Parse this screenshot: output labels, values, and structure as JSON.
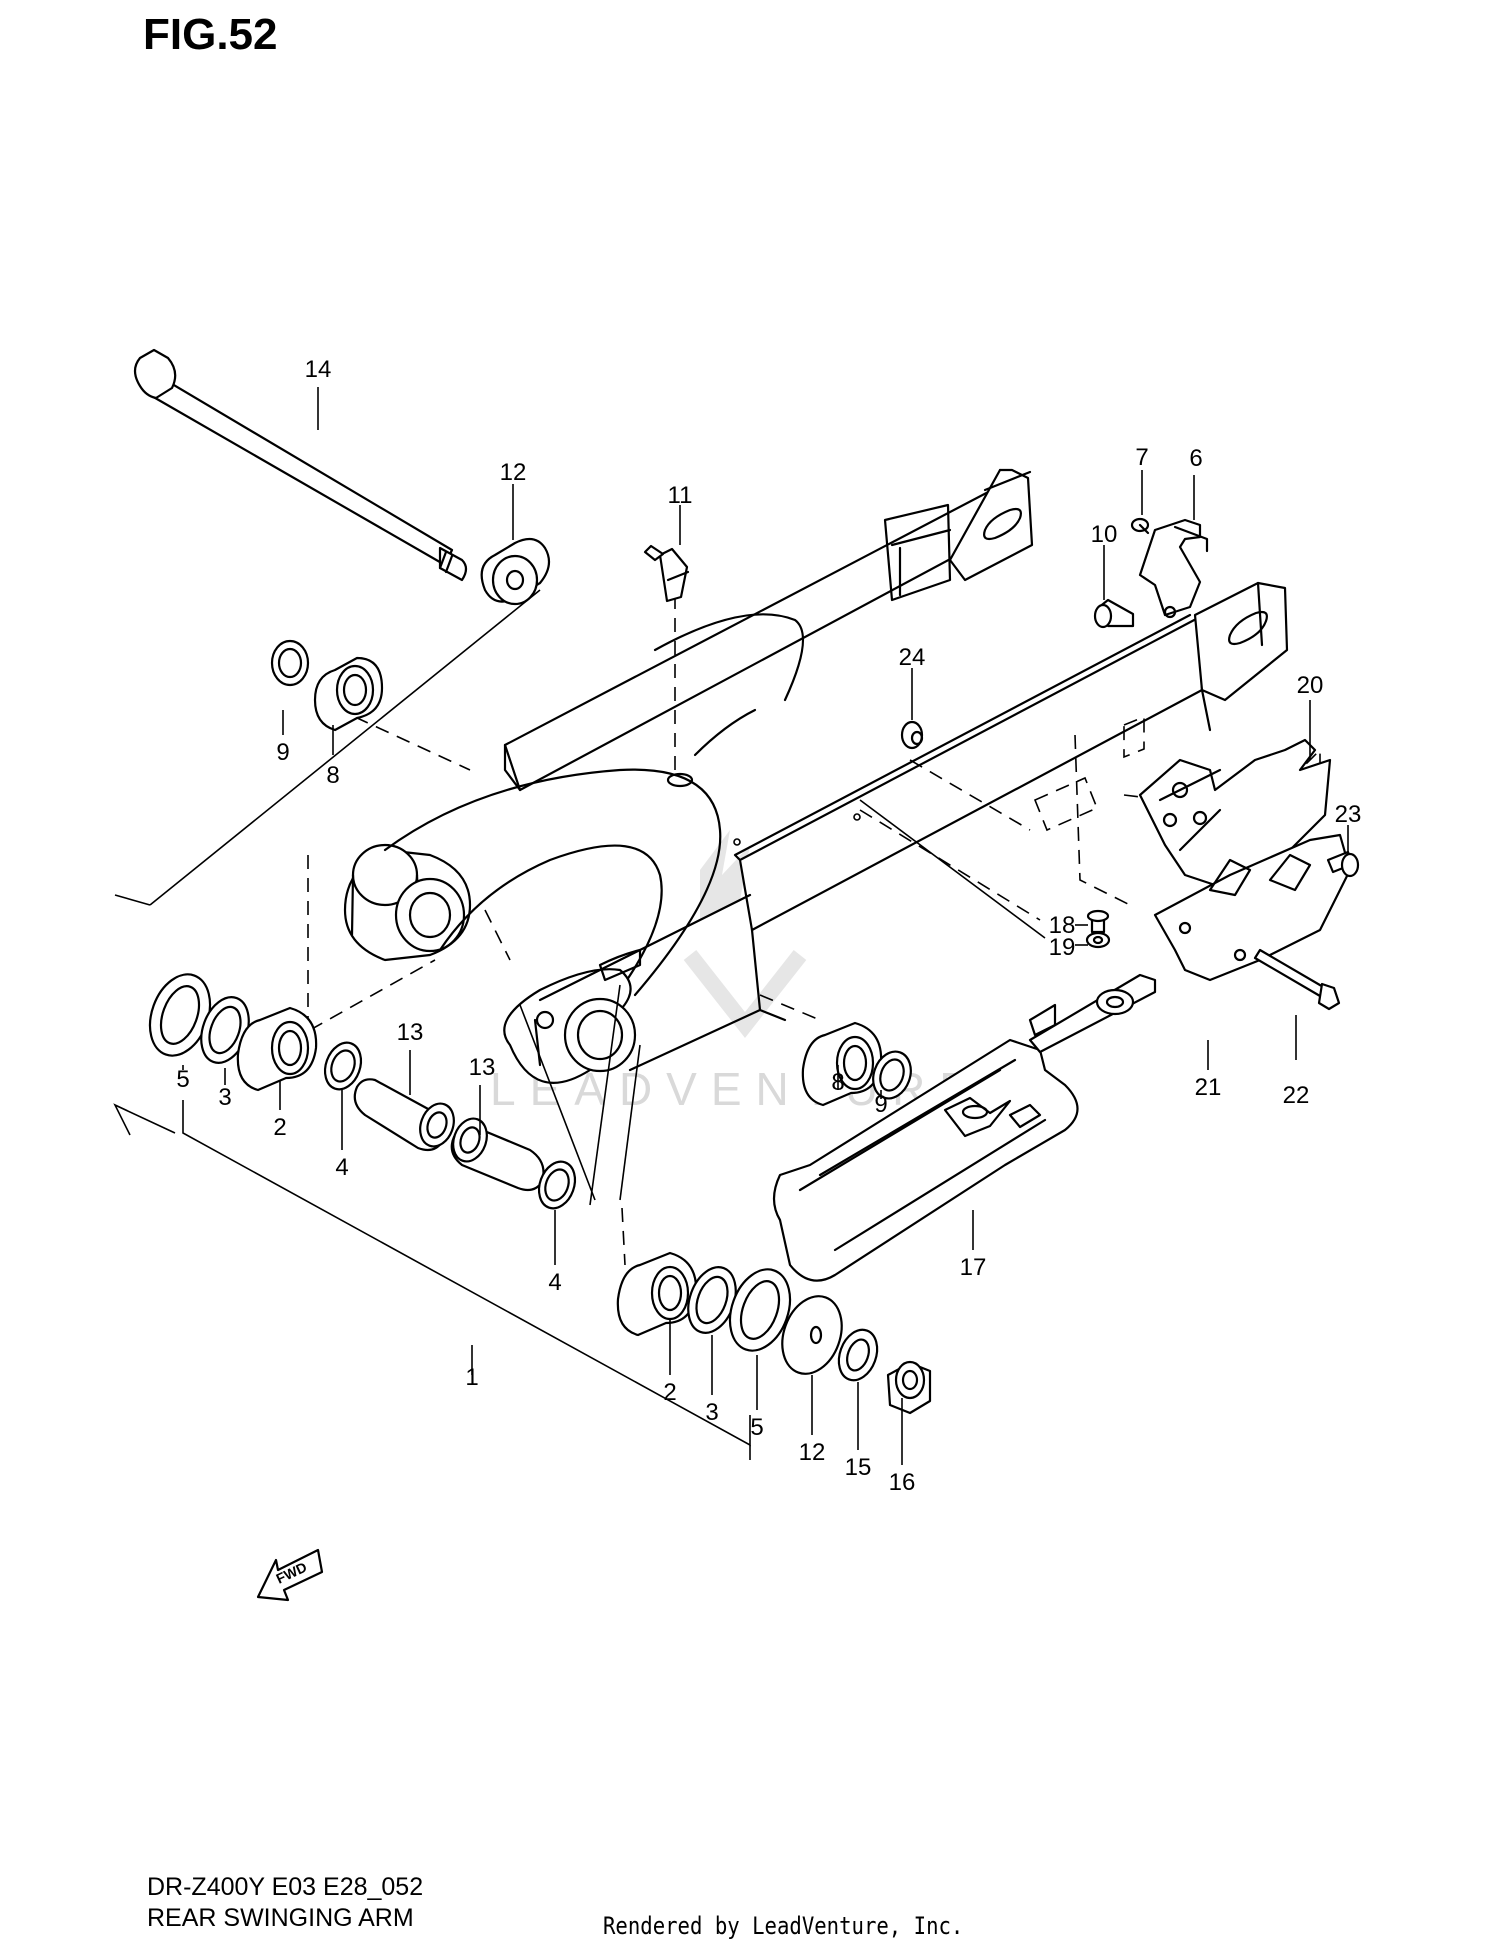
{
  "figure": {
    "title": "FIG.52"
  },
  "parts": [
    {
      "n": "1"
    },
    {
      "n": "2"
    },
    {
      "n": "2"
    },
    {
      "n": "3"
    },
    {
      "n": "3"
    },
    {
      "n": "4"
    },
    {
      "n": "4"
    },
    {
      "n": "5"
    },
    {
      "n": "5"
    },
    {
      "n": "6"
    },
    {
      "n": "7"
    },
    {
      "n": "8"
    },
    {
      "n": "8"
    },
    {
      "n": "9"
    },
    {
      "n": "9"
    },
    {
      "n": "10"
    },
    {
      "n": "11"
    },
    {
      "n": "12"
    },
    {
      "n": "12"
    },
    {
      "n": "13"
    },
    {
      "n": "13"
    },
    {
      "n": "14"
    },
    {
      "n": "15"
    },
    {
      "n": "16"
    },
    {
      "n": "17"
    },
    {
      "n": "18"
    },
    {
      "n": "19"
    },
    {
      "n": "20"
    },
    {
      "n": "21"
    },
    {
      "n": "22"
    },
    {
      "n": "23"
    },
    {
      "n": "24"
    }
  ],
  "fwd_label": "FWD",
  "watermark": "LEADVENTURE",
  "footer": {
    "code": "DR-Z400Y E03 E28_052",
    "caption": "REAR SWINGING ARM",
    "rendered_by": "Rendered by LeadVenture, Inc."
  }
}
